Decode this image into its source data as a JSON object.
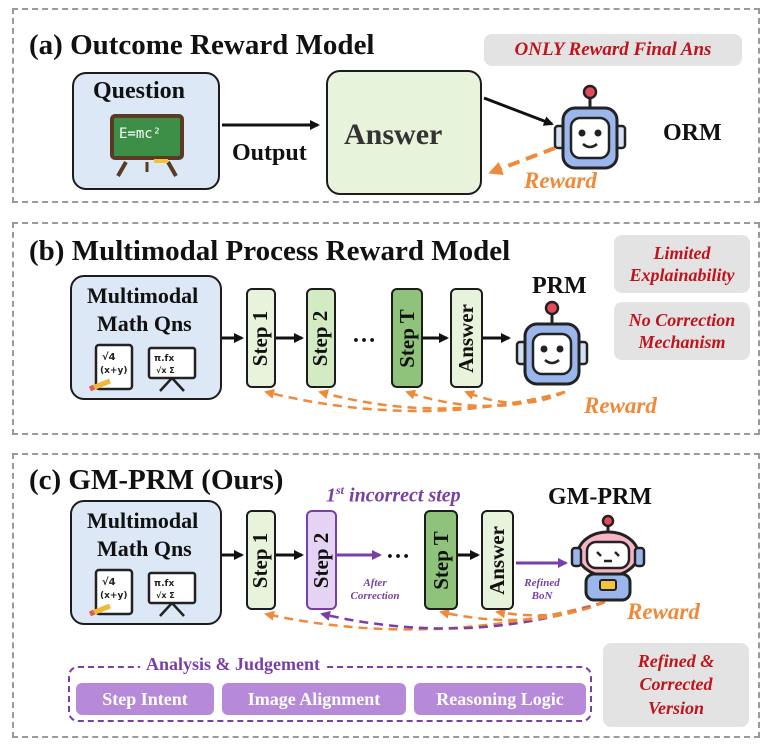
{
  "panel_a": {
    "title": "(a) Outcome Reward Model",
    "note": "ONLY Reward Final Ans",
    "question_label": "Question",
    "board_text": "E=mc²",
    "output_label": "Output",
    "answer_label": "Answer",
    "model_label": "ORM",
    "reward_label": "Reward"
  },
  "panel_b": {
    "title": "(b) Multimodal Process Reward Model",
    "note1": "Limited Explainability",
    "note2": "No Correction Mechanism",
    "input_line1": "Multimodal",
    "input_line2": "Math Qns",
    "steps": [
      "Step 1",
      "Step 2",
      "Step T",
      "Answer"
    ],
    "ellipsis": "…",
    "model_label": "PRM",
    "reward_label": "Reward"
  },
  "panel_c": {
    "title": "(c) GM-PRM (Ours)",
    "incorrect_pre": "1",
    "incorrect_sup": "st",
    "incorrect_post": " incorrect step",
    "input_line1": "Multimodal",
    "input_line2": "Math Qns",
    "steps": [
      "Step 1",
      "Step 2",
      "Step T",
      "Answer"
    ],
    "ellipsis": "…",
    "after_line1": "After",
    "after_line2": "Correction",
    "refined_line1": "Refined",
    "refined_line2": "BoN",
    "model_label": "GM-PRM",
    "reward_label": "Reward",
    "analysis_label": "Analysis & Judgement",
    "chips": [
      "Step Intent",
      "Image Alignment",
      "Reasoning Logic"
    ],
    "note": "Refined & Corrected Version"
  },
  "colors": {
    "orange": "#ef8a3a",
    "purple": "#7a3fa6",
    "red_note": "#c0141c",
    "step_green": "#e8f3dc",
    "step_dark": "#8fc27a",
    "question_blue": "#dce8f6"
  },
  "icons": [
    "chalkboard-icon",
    "robot-icon",
    "math-paper-icon",
    "formula-board-icon",
    "robot-girl-icon"
  ]
}
